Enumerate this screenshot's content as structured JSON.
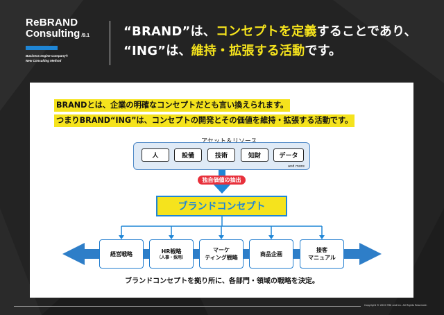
{
  "brand": {
    "line1": "ReBRAND",
    "line2": "Consulting",
    "version": "/9.1",
    "tagline1": "Business engine Company®",
    "tagline2": "New Consulting Method"
  },
  "headline": {
    "l1_a": "“BRAND”は、",
    "l1_b": "コンセプトを定義",
    "l1_c": "することであり、",
    "l2_a": "“ING”は、",
    "l2_b": "維持・拡張する活動",
    "l2_c": "です。"
  },
  "lead": {
    "line1": "BRANDとは、企業の明確なコンセプトだとも言い換えられます。",
    "line2": "つまりBRAND“ING”は、コンセプトの開発とその価値を維持・拡張する活動です。"
  },
  "assets": {
    "title": "アセット＆リソース",
    "items": [
      "人",
      "設備",
      "技術",
      "知財",
      "データ"
    ],
    "more": "and more"
  },
  "badge": "独自価値の抽出",
  "concept": "ブランドコンセプト",
  "strategies": [
    {
      "l1": "経営戦略",
      "l2": ""
    },
    {
      "l1": "HR戦略",
      "l2": "（人事・採用）"
    },
    {
      "l1": "マーケ",
      "l2": "ティング戦略"
    },
    {
      "l1": "商品企画",
      "l2": ""
    },
    {
      "l1": "接客",
      "l2": "マニュアル"
    }
  ],
  "footer": "ブランドコンセプトを拠り所に、各部門・領域の戦略を決定。",
  "copyright": "Copyright © 2020 YIKI and Inc. All Rights Reserved.",
  "colors": {
    "accent_yellow": "#f5e31d",
    "accent_blue": "#1f86d6",
    "badge_red": "#e8313c"
  }
}
